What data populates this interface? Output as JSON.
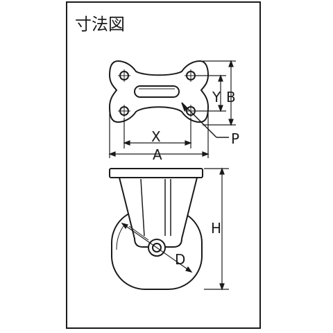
{
  "title": "寸法図",
  "labels": {
    "x": "X",
    "a": "A",
    "y": "Y",
    "b": "B",
    "p": "P",
    "h": "H",
    "d": "D"
  },
  "colors": {
    "line": "#1a1a1a",
    "fill": "#ffffff",
    "background": "#ffffff"
  }
}
